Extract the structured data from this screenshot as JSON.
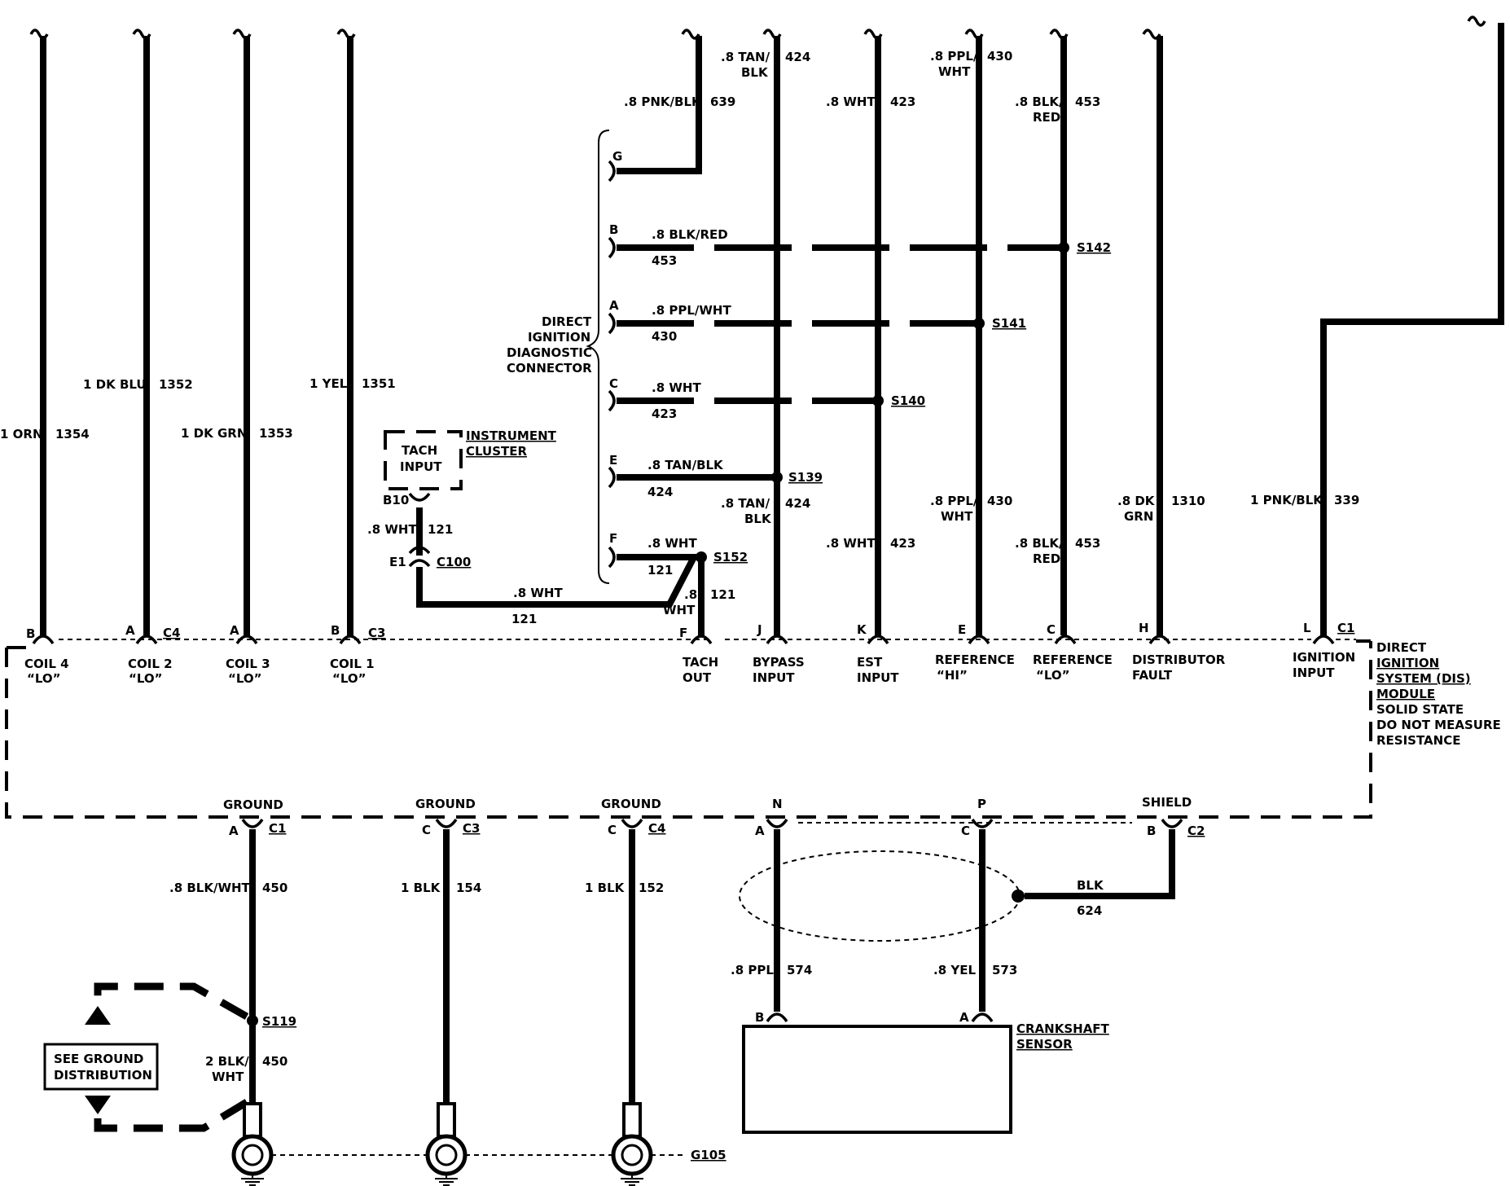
{
  "module": {
    "title_lines": [
      "DIRECT",
      "IGNITION",
      "SYSTEM (DIS)",
      "MODULE",
      "SOLID STATE",
      "DO NOT MEASURE",
      "RESISTANCE"
    ]
  },
  "top_pins": {
    "coil4": {
      "pin": "B",
      "name1": "COIL 4",
      "name2": "“LO”"
    },
    "coil2": {
      "pin": "A",
      "conn": "C4",
      "name1": "COIL 2",
      "name2": "“LO”"
    },
    "coil3": {
      "pin": "A",
      "name1": "COIL 3",
      "name2": "“LO”"
    },
    "coil1": {
      "pin": "B",
      "conn": "C3",
      "name1": "COIL 1",
      "name2": "“LO”"
    },
    "tach": {
      "pin": "F",
      "name1": "TACH",
      "name2": "OUT"
    },
    "bypass": {
      "pin": "J",
      "name1": "BYPASS",
      "name2": "INPUT"
    },
    "est": {
      "pin": "K",
      "name1": "EST",
      "name2": "INPUT"
    },
    "refhi": {
      "pin": "E",
      "name1": "REFERENCE",
      "name2": "“HI”"
    },
    "reflo": {
      "pin": "C",
      "name1": "REFERENCE",
      "name2": "“LO”"
    },
    "distfault": {
      "pin": "H",
      "name1": "DISTRIBUTOR",
      "name2": "FAULT"
    },
    "ign": {
      "pin": "L",
      "conn": "C1",
      "name1": "IGNITION",
      "name2": "INPUT"
    }
  },
  "wires": {
    "coil4": {
      "color": "1 ORN",
      "circuit": "1354"
    },
    "coil2": {
      "color": "1 DK BLU",
      "circuit": "1352"
    },
    "coil3": {
      "color": "1 DK GRN",
      "circuit": "1353"
    },
    "coil1": {
      "color": "1 YEL",
      "circuit": "1351"
    },
    "g639": {
      "color": ".8 PNK/BLK",
      "circuit": "639"
    },
    "byp_top": {
      "color1": ".8 TAN/",
      "color2": "BLK",
      "circuit": "424"
    },
    "est_top": {
      "color": ".8 WHT",
      "circuit": "423"
    },
    "refhi_top": {
      "color1": ".8 PPL/",
      "color2": "WHT",
      "circuit": "430"
    },
    "reflo_top": {
      "color1": ".8 BLK/",
      "color2": "RED",
      "circuit": "453"
    },
    "byp_low": {
      "color1": ".8 TAN/",
      "color2": "BLK",
      "circuit": "424"
    },
    "est_low": {
      "color": ".8 WHT",
      "circuit": "423"
    },
    "refhi_low": {
      "color1": ".8 PPL/",
      "color2": "WHT",
      "circuit": "430"
    },
    "reflo_low": {
      "color1": ".8 BLK/",
      "color2": "RED",
      "circuit": "453"
    },
    "dist": {
      "color1": ".8 DK",
      "color2": "GRN",
      "circuit": "1310"
    },
    "ign": {
      "color": "1 PNK/BLK",
      "circuit": "339"
    },
    "tach_v": {
      "color1": ".8",
      "color2": "WHT",
      "circuit": "121"
    },
    "tach_h": {
      "color": ".8 WHT",
      "circuit": "121"
    },
    "cluster_w": {
      "color": ".8 WHT",
      "circuit": "121"
    },
    "gnd450": {
      "color": ".8 BLK/WHT",
      "circuit": "450"
    },
    "gnd450b": {
      "color1": "2 BLK/",
      "color2": "WHT",
      "circuit": "450"
    },
    "gnd154": {
      "color": "1 BLK",
      "circuit": "154"
    },
    "gnd152": {
      "color": "1 BLK",
      "circuit": "152"
    },
    "shield": {
      "color": "BLK",
      "circuit": "624"
    },
    "ppl574": {
      "color": ".8 PPL",
      "circuit": "574"
    },
    "yel573": {
      "color": ".8 YEL",
      "circuit": "573"
    }
  },
  "diag_connector": {
    "name_lines": [
      "DIRECT",
      "IGNITION",
      "DIAGNOSTIC",
      "CONNECTOR"
    ],
    "pins": {
      "G": {
        "pin": "G"
      },
      "B": {
        "pin": "B",
        "color": ".8 BLK/RED",
        "circuit": "453"
      },
      "A": {
        "pin": "A",
        "color": ".8 PPL/WHT",
        "circuit": "430"
      },
      "C": {
        "pin": "C",
        "color": ".8 WHT",
        "circuit": "423"
      },
      "E": {
        "pin": "E",
        "color": ".8 TAN/BLK",
        "circuit": "424"
      },
      "F": {
        "pin": "F",
        "color": ".8 WHT",
        "circuit": "121"
      }
    }
  },
  "splices": {
    "s142": "S142",
    "s141": "S141",
    "s140": "S140",
    "s139": "S139",
    "s152": "S152",
    "s119": "S119"
  },
  "cluster": {
    "box1": "TACH",
    "box2": "INPUT",
    "name1": "INSTRUMENT",
    "name2": "CLUSTER",
    "pin_b10": "B10",
    "pin_e1": "E1",
    "conn": "C100"
  },
  "bottom_pins": {
    "gnd1": {
      "label": "GROUND",
      "pin": "A",
      "conn": "C1"
    },
    "gnd2": {
      "label": "GROUND",
      "pin": "C",
      "conn": "C3"
    },
    "gnd3": {
      "label": "GROUND",
      "pin": "C",
      "conn": "C4"
    },
    "n": {
      "label": "N",
      "pin": "A"
    },
    "p": {
      "label": "P",
      "pin": "C"
    },
    "shield": {
      "label": "SHIELD",
      "pin": "B",
      "conn": "C2"
    }
  },
  "crank": {
    "name1": "CRANKSHAFT",
    "name2": "SENSOR",
    "pin_b": "B",
    "pin_a": "A"
  },
  "ground_dist": {
    "line1": "SEE GROUND",
    "line2": "DISTRIBUTION"
  },
  "ground_point": "G105"
}
